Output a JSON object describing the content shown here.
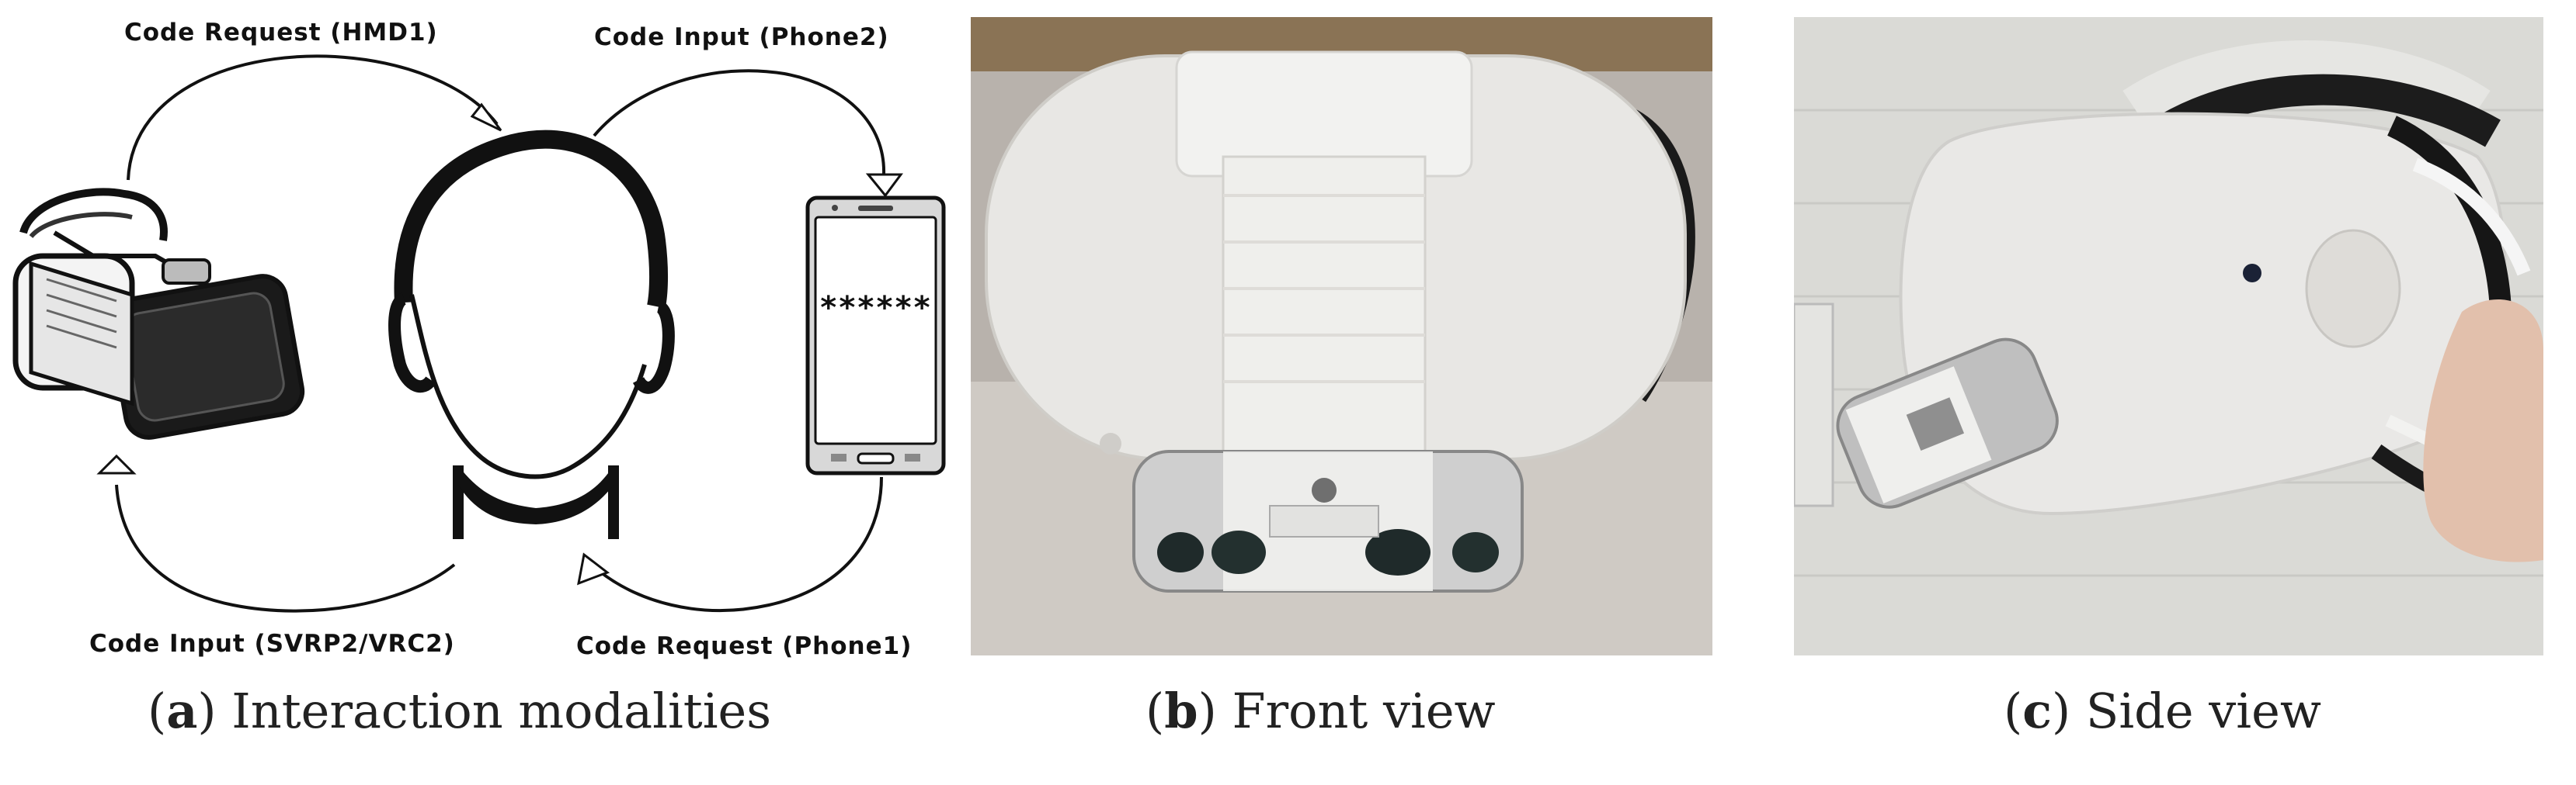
{
  "panel_a": {
    "labels": {
      "top_left": "Code Request (HMD1)",
      "top_right": "Code Input (Phone2)",
      "bottom_left": "Code Input (SVRP2/VRC2)",
      "bottom_right": "Code Request (Phone1)"
    },
    "phone_code": "******",
    "caption_letter": "a",
    "caption_text": "Interaction modalities"
  },
  "panel_b": {
    "caption_letter": "b",
    "caption_text": "Front view"
  },
  "panel_c": {
    "caption_letter": "c",
    "caption_text": "Side view"
  },
  "colors": {
    "photo_bg_b": "#b9b3ad",
    "photo_bg_c": "#d9dad6",
    "headset_white": "#e9e8e6"
  }
}
